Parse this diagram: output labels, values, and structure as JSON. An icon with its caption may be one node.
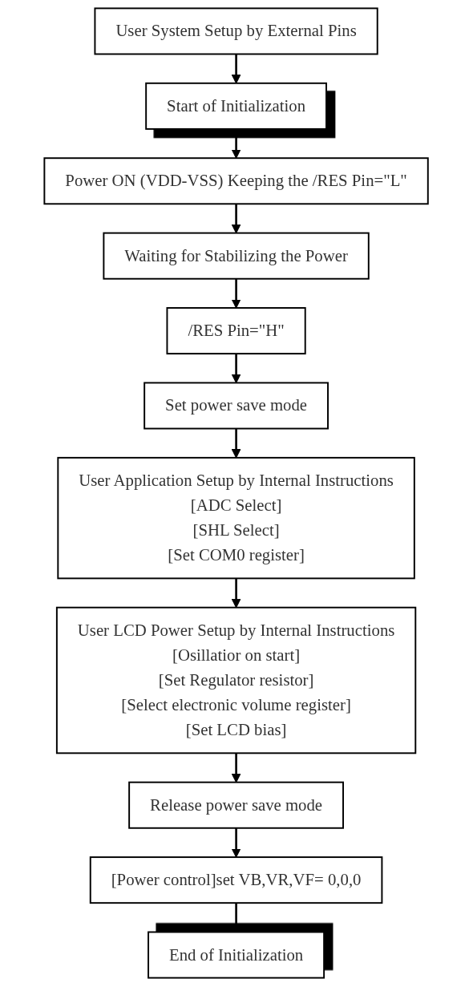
{
  "diagram": {
    "nodes": [
      {
        "text": [
          "User System Setup by External Pins"
        ]
      },
      {
        "text": [
          "Start of Initialization"
        ]
      },
      {
        "text": [
          "Power ON (VDD-VSS) Keeping the /RES Pin=\"L\""
        ]
      },
      {
        "text": [
          "Waiting for Stabilizing the Power"
        ]
      },
      {
        "text": [
          "/RES Pin=\"H\""
        ]
      },
      {
        "text": [
          "Set power save mode"
        ]
      },
      {
        "text": [
          "User Application Setup by Internal Instructions",
          "[ADC Select]",
          "[SHL Select]",
          "[Set COM0 register]"
        ]
      },
      {
        "text": [
          "User LCD Power Setup by Internal Instructions",
          "[Osillatior on start]",
          "[Set Regulator resistor]",
          "[Select electronic volume register]",
          "[Set LCD bias]"
        ]
      },
      {
        "text": [
          "Release power save mode"
        ]
      },
      {
        "text": [
          "[Power control]set VB,VR,VF= 0,0,0"
        ]
      },
      {
        "text": [
          "End of Initialization"
        ]
      }
    ],
    "edges": [
      {
        "from": 0,
        "to": 1,
        "arrow": "to"
      },
      {
        "from": 1,
        "to": 2,
        "arrow": "to"
      },
      {
        "from": 2,
        "to": 3,
        "arrow": "to"
      },
      {
        "from": 3,
        "to": 4,
        "arrow": "to"
      },
      {
        "from": 4,
        "to": 5,
        "arrow": "to"
      },
      {
        "from": 5,
        "to": 6,
        "arrow": "to"
      },
      {
        "from": 6,
        "to": 7,
        "arrow": "to"
      },
      {
        "from": 7,
        "to": 8,
        "arrow": "to"
      },
      {
        "from": 8,
        "to": 9,
        "arrow": "to"
      },
      {
        "from": 9,
        "to": 10,
        "arrow": "to"
      }
    ]
  }
}
